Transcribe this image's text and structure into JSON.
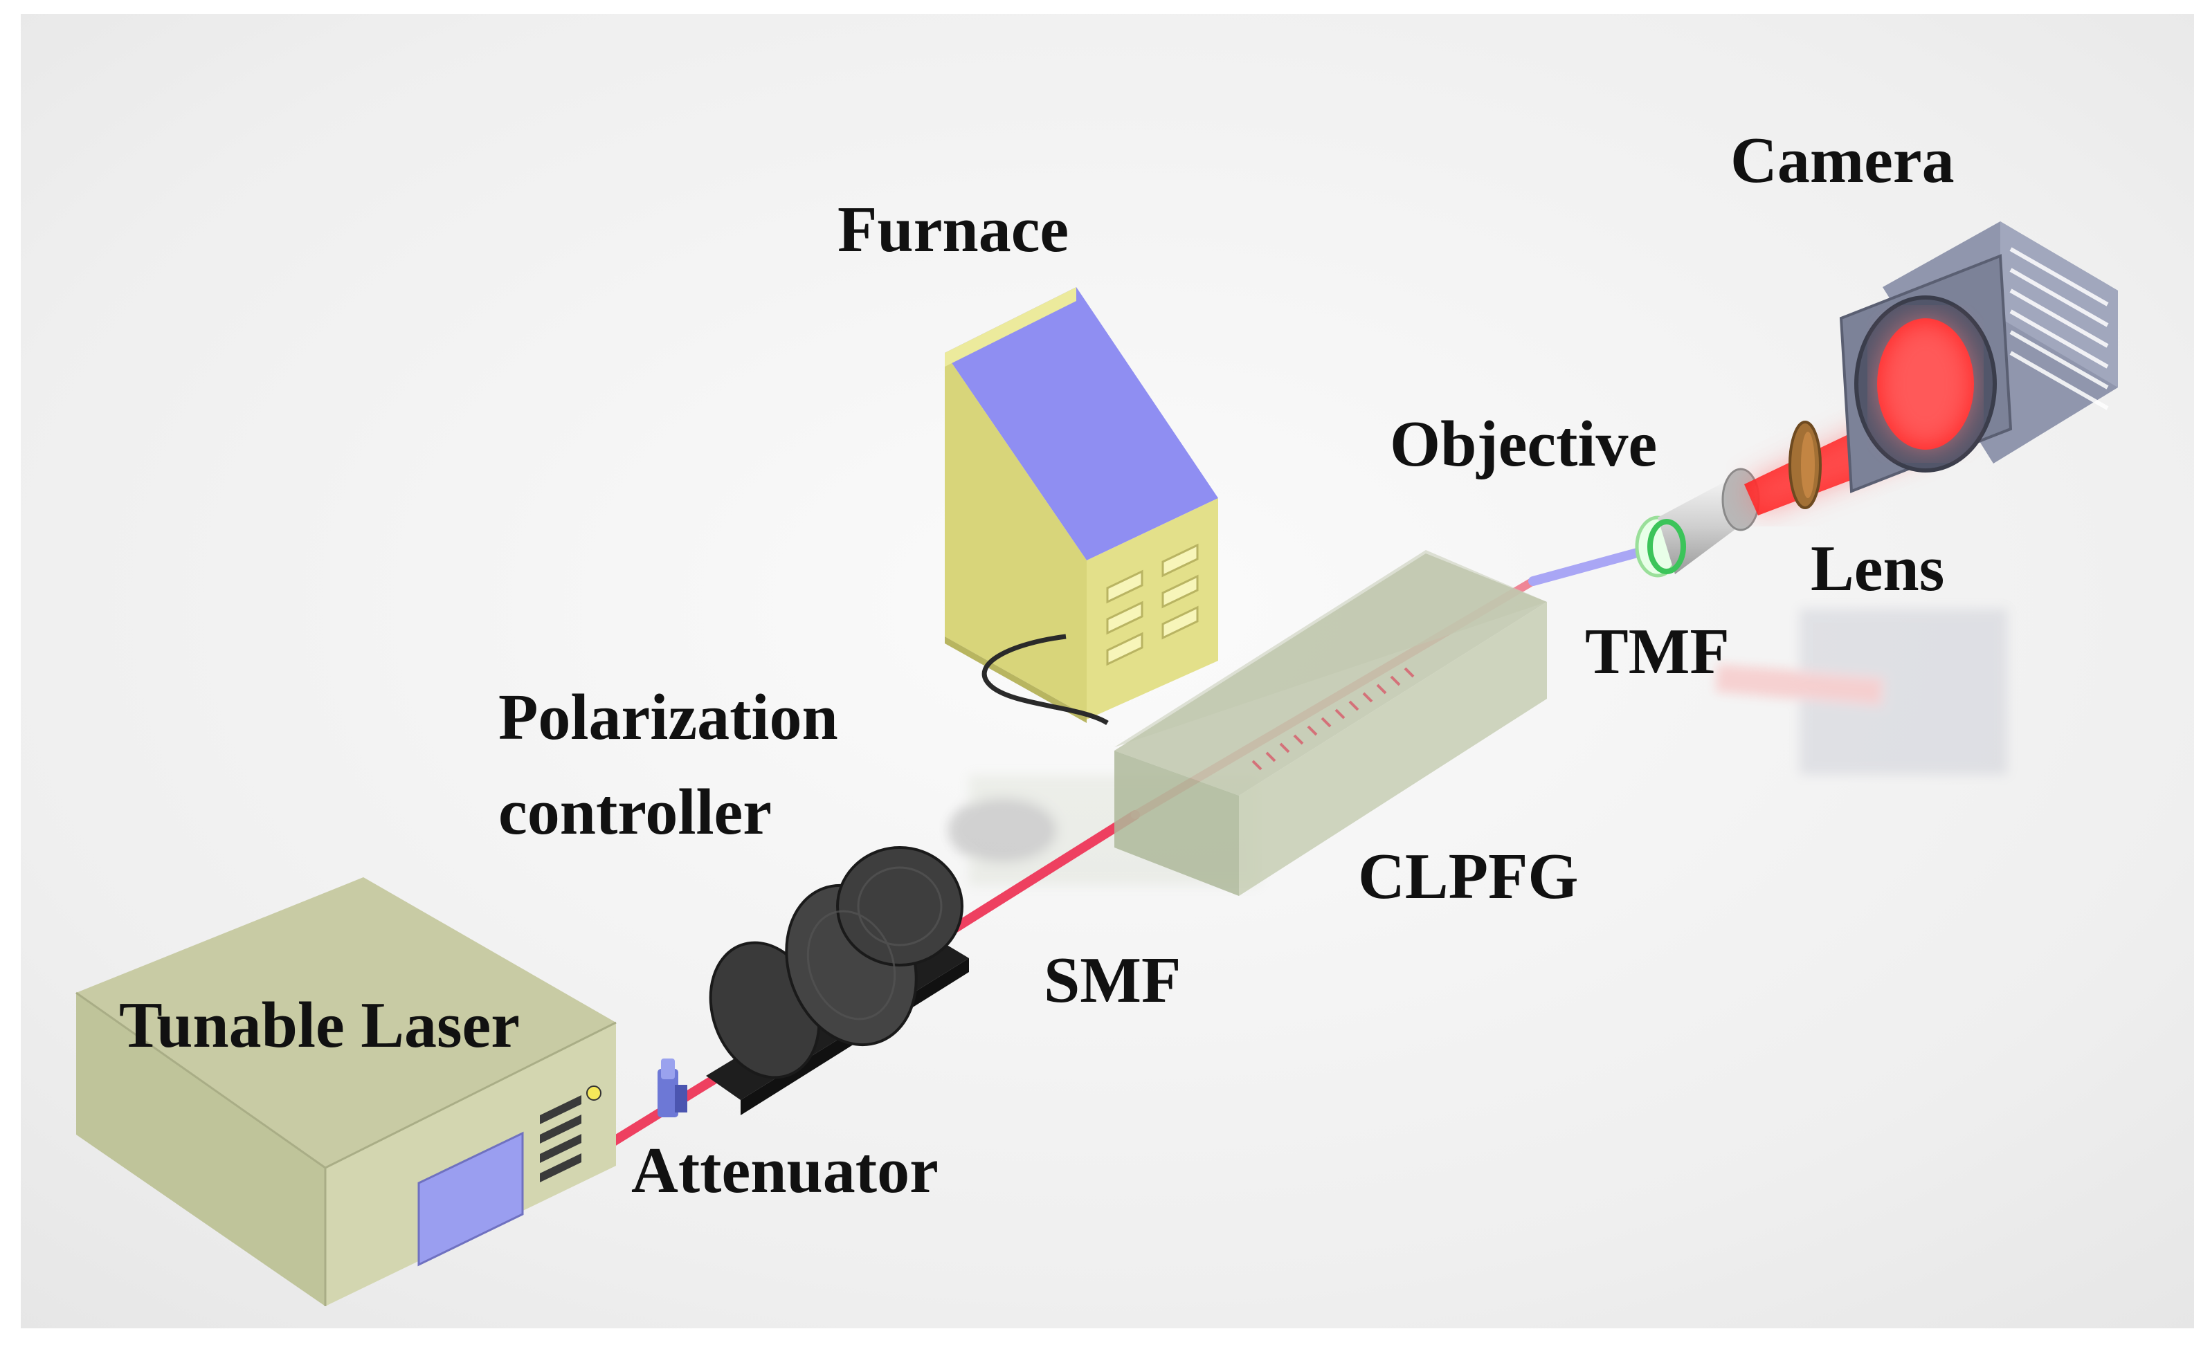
{
  "labels": {
    "camera": "Camera",
    "furnace": "Furnace",
    "objective": "Objective",
    "lens": "Lens",
    "tmf": "TMF",
    "polarization_line1": "Polarization",
    "polarization_line2": "controller",
    "clpfg": "CLPFG",
    "smf": "SMF",
    "tunable_laser": "Tunable Laser",
    "attenuator": "Attenuator"
  },
  "colors": {
    "background_light": "#f6f6f6",
    "laser_body": "#c9cca4",
    "furnace_body": "#e3e08a",
    "furnace_panel": "#8f8ef2",
    "laser_screen": "#9a9ef0",
    "fiber_red": "#ee4060",
    "fiber_blue": "#a9a6f5",
    "beam_red": "#ff1a1a",
    "camera_body": "#8a8fa6",
    "clpfg_box": "#b9c3a8",
    "controller_dark": "#2b2b2b"
  }
}
